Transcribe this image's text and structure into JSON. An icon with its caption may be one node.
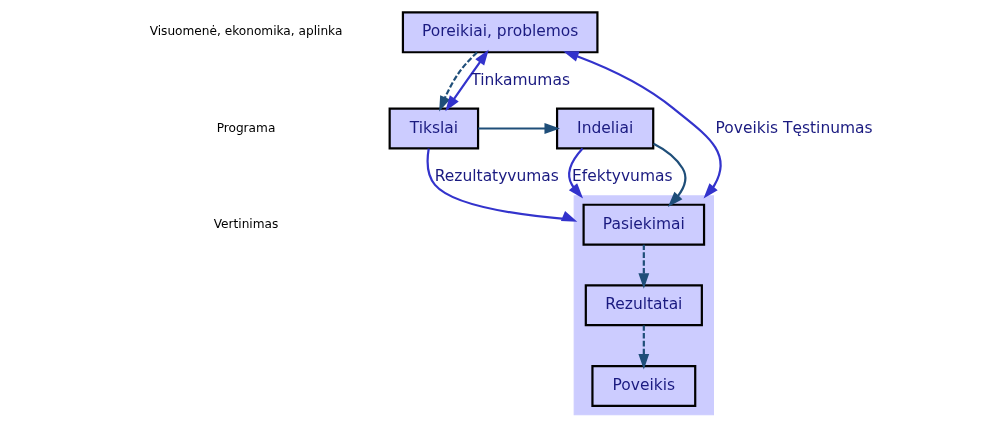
{
  "diagram": {
    "nodes": [
      {
        "text": [
          "Poreikiai, problemos"
        ]
      },
      {
        "text": [
          "Tikslai"
        ]
      },
      {
        "text": [
          "Indeliai"
        ]
      },
      {
        "text": [],
        "shape": "parallelogram"
      },
      {
        "text": [
          "Pasiekimai"
        ],
        "in": 3
      },
      {
        "text": [
          "Rezultatai"
        ],
        "in": 3
      },
      {
        "text": [
          "Poveikis"
        ],
        "in": 3
      }
    ],
    "edges": [
      {
        "from": 0,
        "to": 1,
        "arrow": "to",
        "style": "dashed"
      },
      {
        "from": 1,
        "to": 2,
        "arrow": "to"
      },
      {
        "from": 2,
        "to": 4,
        "arrow": "to"
      },
      {
        "from": 4,
        "to": 5,
        "arrow": "to",
        "style": "dashed"
      },
      {
        "from": 5,
        "to": 6,
        "arrow": "to",
        "style": "dashed"
      },
      {
        "from": 0,
        "to": 1,
        "arrow": "both",
        "label": "Tinkamumas",
        "color": "#3333cc"
      },
      {
        "from": 2,
        "to": 3,
        "arrow": "to",
        "label": "Efektyvumas",
        "color": "#3333cc"
      },
      {
        "from": 1,
        "to": 3,
        "arrow": "to",
        "label": "Rezultatyvumas",
        "color": "#3333cc"
      },
      {
        "from": 0,
        "to": 3,
        "arrow": "both",
        "label": "Poveikis Tęstinumas",
        "color": "#3333cc"
      }
    ],
    "labels": [
      "Visuomenė, ekonomika, aplinka",
      "Programa",
      "Vertinimas"
    ]
  }
}
